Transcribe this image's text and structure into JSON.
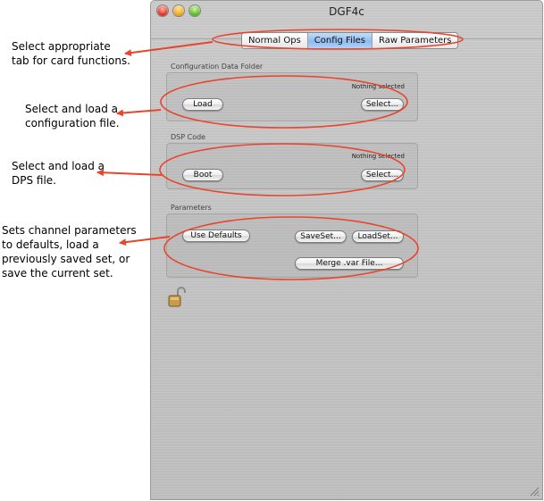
{
  "window": {
    "title": "DGF4c"
  },
  "tabs": [
    {
      "label": "Normal Ops",
      "active": false
    },
    {
      "label": "Config Files",
      "active": true
    },
    {
      "label": "Raw Parameters",
      "active": false
    }
  ],
  "config_folder": {
    "label": "Configuration Data Folder",
    "status": "Nothing selected",
    "load_label": "Load",
    "select_label": "Select..."
  },
  "dsp_code": {
    "label": "DSP Code",
    "status": "Nothing selected",
    "boot_label": "Boot",
    "select_label": "Select..."
  },
  "parameters": {
    "label": "Parameters",
    "use_defaults_label": "Use Defaults",
    "saveset_label": "SaveSet...",
    "loadset_label": "LoadSet...",
    "merge_label": "Merge .var File..."
  },
  "annotations": {
    "tabs_lines": [
      "Select appropriate",
      "tab for card functions."
    ],
    "config_lines": [
      "Select and load a",
      "configuration file."
    ],
    "dsp_lines": [
      "Select and load a",
      "DPS file."
    ],
    "params_lines": [
      "Sets channel parameters",
      "to defaults, load a",
      "previously saved set, or",
      "save the current set."
    ]
  },
  "colors": {
    "annotation": "#e8452c",
    "active_tab": "#9cc5f2"
  },
  "icons": {
    "lock": "lock-open-icon",
    "resize": "resize-grip-icon"
  }
}
